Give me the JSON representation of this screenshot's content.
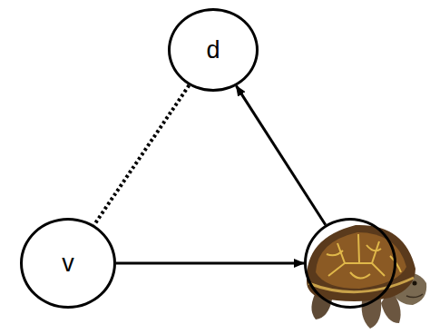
{
  "diagram": {
    "nodes": [
      {
        "text": [
          "d"
        ]
      },
      {
        "text": [
          "v"
        ]
      },
      {
        "text": []
      }
    ],
    "edges": [
      {
        "from": 1,
        "to": 2,
        "arrow": "to"
      },
      {
        "from": 2,
        "to": 0,
        "arrow": "to"
      },
      {
        "from": 0,
        "to": 1,
        "arrow": "none"
      }
    ]
  }
}
